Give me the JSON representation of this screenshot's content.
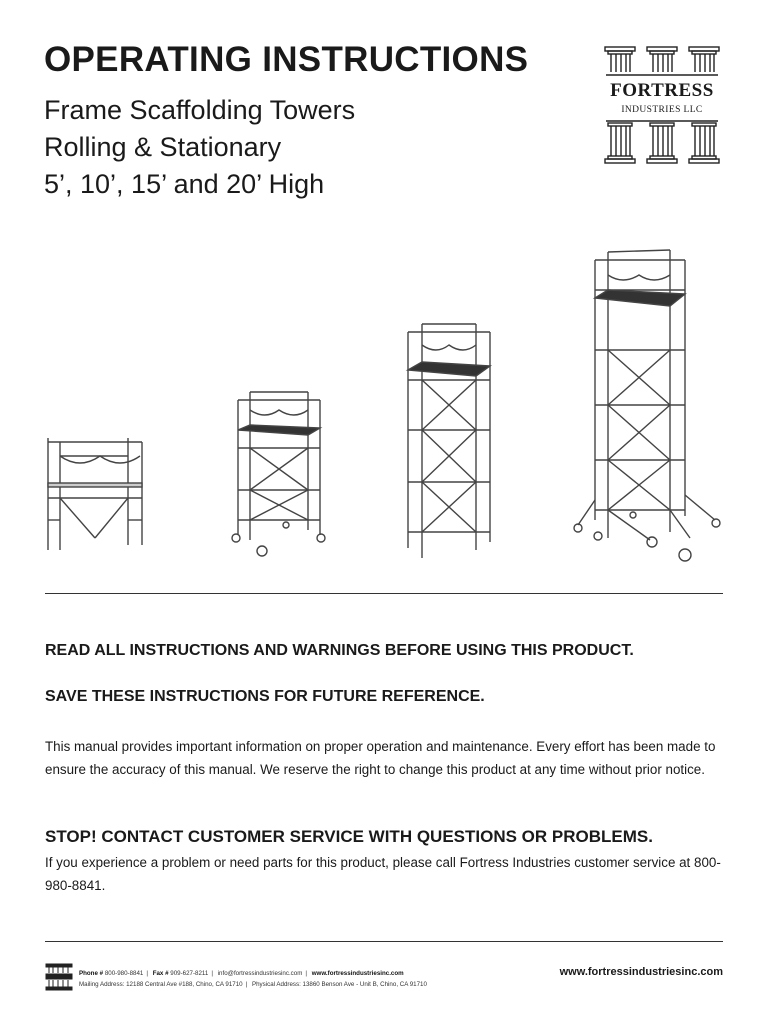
{
  "header": {
    "title": "OPERATING INSTRUCTIONS",
    "subtitle_lines": [
      "Frame Scaffolding Towers",
      "Rolling & Stationary",
      "5’, 10’, 15’ and 20’ High"
    ]
  },
  "logo": {
    "name": "FORTRESS",
    "tagline": "INDUSTRIES LLC"
  },
  "notices": {
    "read_warning": "READ ALL INSTRUCTIONS AND WARNINGS BEFORE USING THIS PRODUCT.",
    "save_instructions": "SAVE THESE INSTRUCTIONS FOR FUTURE REFERENCE.",
    "manual_paragraph": "This manual provides important information on proper operation and maintenance. Every effort has been made to ensure the accuracy of this manual. We reserve the right to change this product at any time without prior notice.",
    "stop_heading": "STOP! CONTACT CUSTOMER SERVICE WITH QUESTIONS OR PROBLEMS.",
    "contact_paragraph": "If you experience a problem or need parts for this product, please call Fortress Industries customer service at 800-980-8841."
  },
  "footer": {
    "phone_label": "Phone #",
    "phone": "800-980-8841",
    "fax_label": "Fax #",
    "fax": "909-627-8211",
    "email": "info@fortressindustriesinc.com",
    "website_small": "www.fortressindustriesinc.com",
    "mailing": "Mailing Address: 12188 Central Ave #188, Chino, CA 91710",
    "physical": "Physical Address: 13860 Benson Ave - Unit B, Chino, CA 91710",
    "website": "www.fortressindustriesinc.com"
  }
}
